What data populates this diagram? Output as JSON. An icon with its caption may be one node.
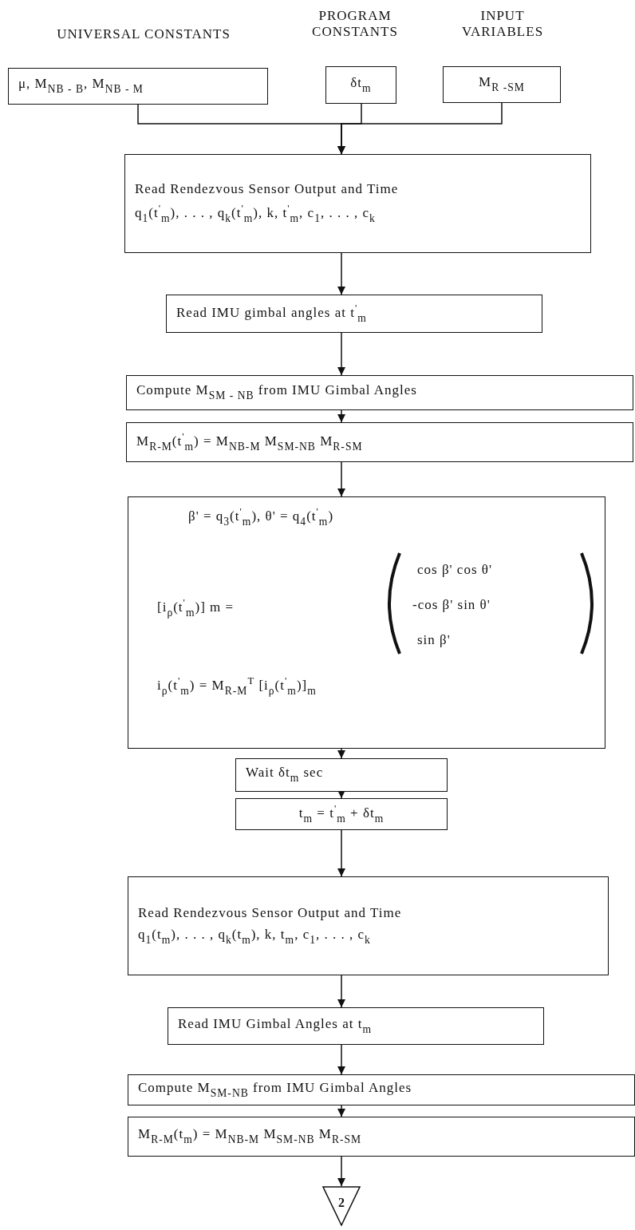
{
  "diagram": {
    "nodes": [
      {
        "text": [
          "μ, M$_{NB - B}$, M$_{NB - M}$"
        ]
      },
      {
        "text": [
          "δt$_{m}$"
        ]
      },
      {
        "text": [
          "M$_{R -SM}$"
        ]
      },
      {
        "text": [
          "Read Rendezvous Sensor Output and Time",
          "q$_{1}$(t$^{'}$$_{m}$), . . . , q$_{k}$(t$^{'}$$_{m}$), k, t$^{'}$$_{m}$, c$_{1}$, . . . , c$_{k}$"
        ]
      },
      {
        "text": [
          "Read IMU gimbal angles at t$^{'}$$_{m}$"
        ]
      },
      {
        "text": [
          "Compute M$_{SM - NB}$ from IMU Gimbal Angles"
        ]
      },
      {
        "text": [
          "M$_{R-M}$(t$^{'}$$_{m}$) = M$_{NB-M}$ M$_{SM-NB}$ M$_{R-SM}$"
        ]
      },
      {
        "text": [
          "β' = q$_{3}$(t$^{'}$$_{m}$), θ' = q$_{4}$(t$^{'}$$_{m}$)",
          "[i$_{ρ}$(t$^{'}$$_{m}$)] m =",
          "cos β' cos θ'",
          "-cos β' sin θ'",
          "sin β'",
          "i$_{ρ}$(t$^{'}$$_{m}$) = M$_{R-M}$$^{T}$ [i$_{ρ}$(t$^{'}$$_{m}$)]$_{m}$"
        ]
      },
      {
        "text": [
          "Wait δt$_{m}$ sec"
        ]
      },
      {
        "text": [
          "t$_{m}$ = t$^{'}$$_{m}$ + δt$_{m}$"
        ]
      },
      {
        "text": [
          "Read Rendezvous Sensor Output and Time",
          "q$_{1}$(t$_{m}$), . . . , q$_{k}$(t$_{m}$), k, t$_{m}$, c$_{1}$, . . . , c$_{k}$"
        ]
      },
      {
        "text": [
          "Read IMU Gimbal Angles at t$_{m}$"
        ]
      },
      {
        "text": [
          "Compute M$_{SM-NB}$ from IMU Gimbal Angles"
        ]
      },
      {
        "text": [
          "M$_{R-M}$(t$_{m}$) = M$_{NB-M}$ M$_{SM-NB}$ M$_{R-SM}$"
        ]
      },
      {
        "text": [
          "2"
        ]
      }
    ],
    "edges": [
      {
        "from": 0,
        "to": 3,
        "arrow": "to"
      },
      {
        "from": 1,
        "to": 3,
        "arrow": "to"
      },
      {
        "from": 2,
        "to": 3,
        "arrow": "to"
      },
      {
        "from": 3,
        "to": 4,
        "arrow": "to"
      },
      {
        "from": 4,
        "to": 5,
        "arrow": "to"
      },
      {
        "from": 5,
        "to": 6,
        "arrow": "to"
      },
      {
        "from": 6,
        "to": 7,
        "arrow": "to"
      },
      {
        "from": 7,
        "to": 8,
        "arrow": "to"
      },
      {
        "from": 8,
        "to": 9,
        "arrow": "to"
      },
      {
        "from": 9,
        "to": 10,
        "arrow": "to"
      },
      {
        "from": 10,
        "to": 11,
        "arrow": "to"
      },
      {
        "from": 11,
        "to": 12,
        "arrow": "to"
      },
      {
        "from": 12,
        "to": 13,
        "arrow": "to"
      },
      {
        "from": 13,
        "to": 14,
        "arrow": "to"
      }
    ],
    "labels": [
      "PROGRAM CONSTANTS",
      "INPUT VARIABLES",
      "UNIVERSAL CONSTANTS"
    ]
  }
}
